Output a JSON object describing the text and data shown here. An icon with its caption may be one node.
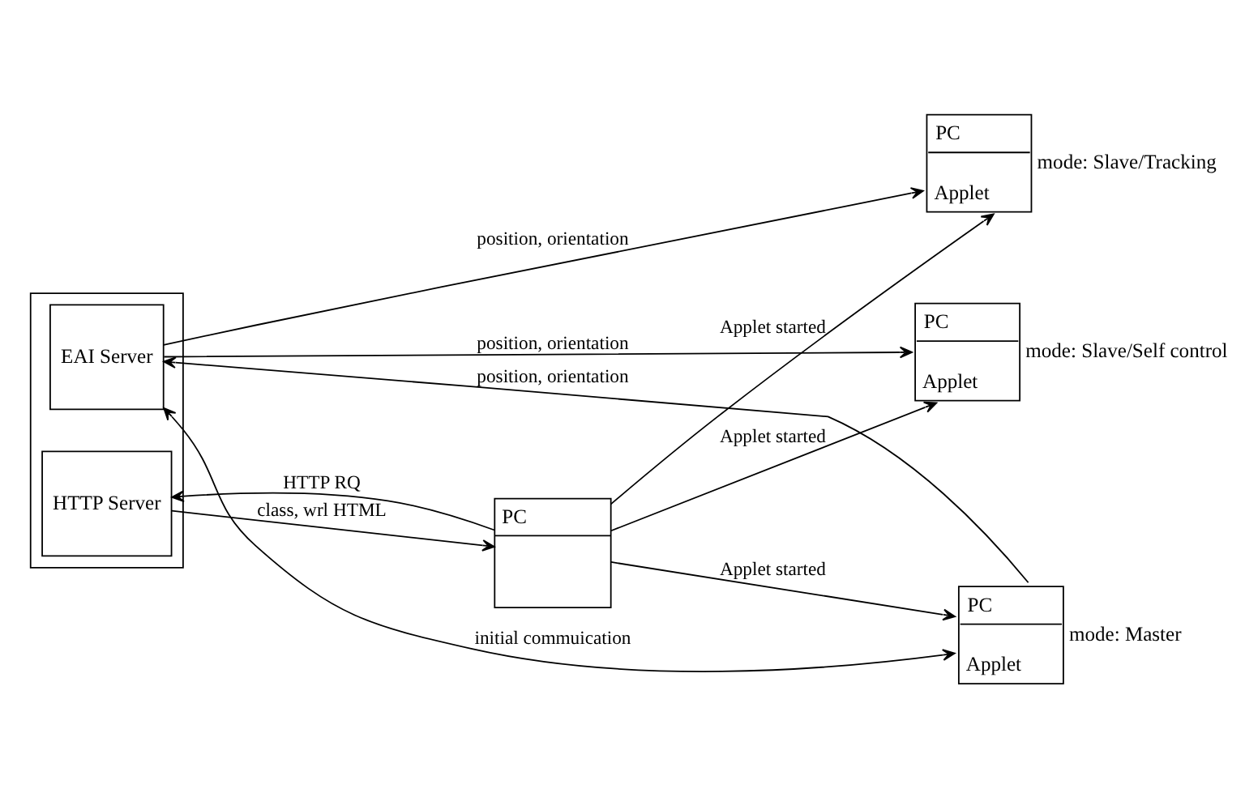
{
  "diagram": {
    "nodes": [
      {
        "text": [
          "PC"
        ]
      },
      {
        "text": [],
        "shape": "box"
      },
      {
        "text": [
          "HTTP Server"
        ],
        "in": 1
      },
      {
        "text": [
          "EAI Server"
        ],
        "in": 1
      },
      {
        "text": [
          "PC",
          "Applet"
        ],
        "beside": [
          "mode: Master"
        ]
      },
      {
        "text": [
          "PC",
          "Applet"
        ],
        "beside": [
          "mode: Slave/Tracking"
        ]
      },
      {
        "text": [
          "PC",
          "Applet"
        ],
        "beside": [
          "mode: Slave/Self control"
        ]
      }
    ],
    "edges": [
      {
        "from": 0,
        "to": 2,
        "arrow": "to",
        "label": "HTTP RQ"
      },
      {
        "from": 2,
        "to": 0,
        "arrow": "to",
        "label": "class, wrl HTML"
      },
      {
        "from": 0,
        "to": 4,
        "arrow": "to",
        "label": "Applet started"
      },
      {
        "from": 3,
        "to": 4,
        "arrow": "both",
        "label": "initial commuication"
      },
      {
        "from": 4,
        "to": 3,
        "arrow": "to",
        "label": "position, orientation"
      },
      {
        "from": 0,
        "to": 5,
        "arrow": "to",
        "label": "Applet started"
      },
      {
        "from": 3,
        "to": 5,
        "arrow": "to",
        "label": "position, orientation"
      },
      {
        "from": 0,
        "to": 6,
        "arrow": "to",
        "label": "Applet started"
      },
      {
        "from": 3,
        "to": 6,
        "arrow": "to",
        "label": "position, orientation"
      }
    ]
  }
}
